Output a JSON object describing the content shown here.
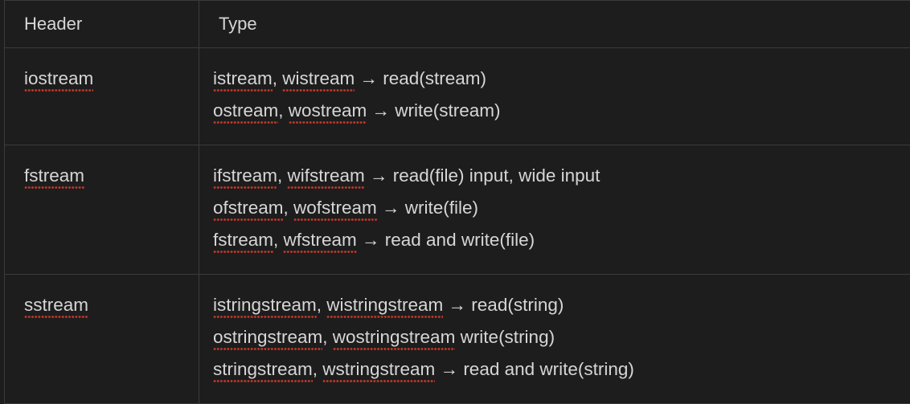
{
  "table": {
    "columns": [
      {
        "id": "header",
        "label": "Header"
      },
      {
        "id": "type",
        "label": "Type"
      }
    ],
    "rows": [
      {
        "header": "iostream",
        "lines": [
          {
            "tokens": [
              {
                "text": "istream",
                "misspelled": true
              },
              {
                "text": ", ",
                "misspelled": false
              },
              {
                "text": "wistream",
                "misspelled": true
              },
              {
                "text": " → read(stream)",
                "misspelled": false
              }
            ]
          },
          {
            "tokens": [
              {
                "text": "ostream",
                "misspelled": true
              },
              {
                "text": ", ",
                "misspelled": false
              },
              {
                "text": "wostream",
                "misspelled": true
              },
              {
                "text": " → write(stream)",
                "misspelled": false
              }
            ]
          }
        ]
      },
      {
        "header": "fstream",
        "lines": [
          {
            "tokens": [
              {
                "text": "ifstream",
                "misspelled": true
              },
              {
                "text": ", ",
                "misspelled": false
              },
              {
                "text": "wifstream",
                "misspelled": true
              },
              {
                "text": " → read(file) input, wide input",
                "misspelled": false
              }
            ]
          },
          {
            "tokens": [
              {
                "text": "ofstream",
                "misspelled": true
              },
              {
                "text": ", ",
                "misspelled": false
              },
              {
                "text": "wofstream",
                "misspelled": true
              },
              {
                "text": " → write(file)",
                "misspelled": false
              }
            ]
          },
          {
            "tokens": [
              {
                "text": "fstream",
                "misspelled": true
              },
              {
                "text": ", ",
                "misspelled": false
              },
              {
                "text": "wfstream",
                "misspelled": true
              },
              {
                "text": " → read and write(file)",
                "misspelled": false
              }
            ]
          }
        ]
      },
      {
        "header": "sstream",
        "lines": [
          {
            "tokens": [
              {
                "text": "istringstream",
                "misspelled": true
              },
              {
                "text": ", ",
                "misspelled": false
              },
              {
                "text": "wistringstream",
                "misspelled": true
              },
              {
                "text": " → read(string)",
                "misspelled": false
              }
            ]
          },
          {
            "tokens": [
              {
                "text": "ostringstream",
                "misspelled": true
              },
              {
                "text": ", ",
                "misspelled": false
              },
              {
                "text": "wostringstream",
                "misspelled": true
              },
              {
                "text": " write(string)",
                "misspelled": false
              }
            ]
          },
          {
            "tokens": [
              {
                "text": "stringstream",
                "misspelled": true
              },
              {
                "text": ", ",
                "misspelled": false
              },
              {
                "text": "wstringstream",
                "misspelled": true
              },
              {
                "text": " → read and write(string)",
                "misspelled": false
              }
            ]
          }
        ]
      }
    ]
  },
  "colors": {
    "background": "#1d1d1d",
    "text": "#d6d6d6",
    "border": "#3b3b3b",
    "spellcheck_underline": "#c0392b"
  }
}
